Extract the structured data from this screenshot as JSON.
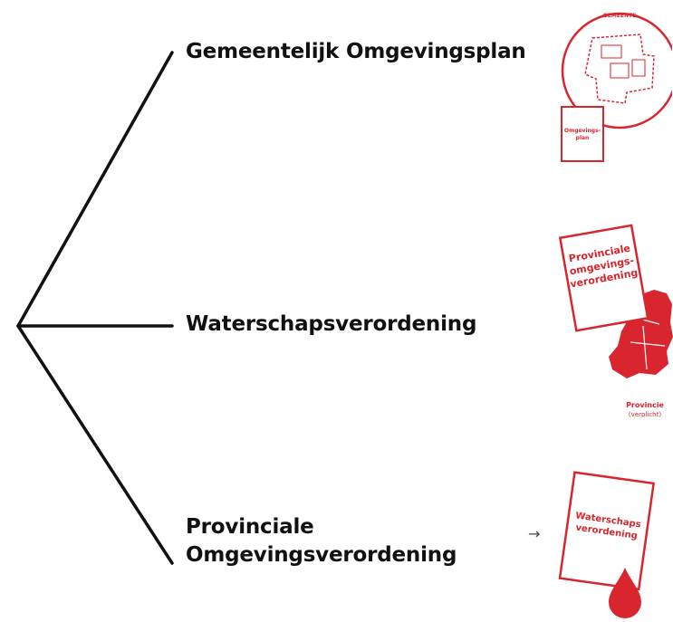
{
  "branches": [
    {
      "label": "Gemeentelijk Omgevingsplan"
    },
    {
      "label": "Waterschapsverordening"
    },
    {
      "label_lines": [
        "Provinciale",
        "Omgevingsverordening"
      ]
    }
  ],
  "arrow_glyph": "→",
  "illustrations": {
    "gemeente": {
      "circle_title": "GEMEENTE",
      "doc_lines": [
        "Omgevings-",
        "plan"
      ]
    },
    "provincie": {
      "doc_lines": [
        "Provinciale",
        "omgevings-",
        "verordening"
      ],
      "caption": "Provincie",
      "caption_sub": "(verplicht)"
    },
    "waterschap": {
      "doc_lines": [
        "Waterschaps",
        "verordening"
      ]
    }
  },
  "colors": {
    "line": "#111111",
    "accent": "#d9262e"
  }
}
